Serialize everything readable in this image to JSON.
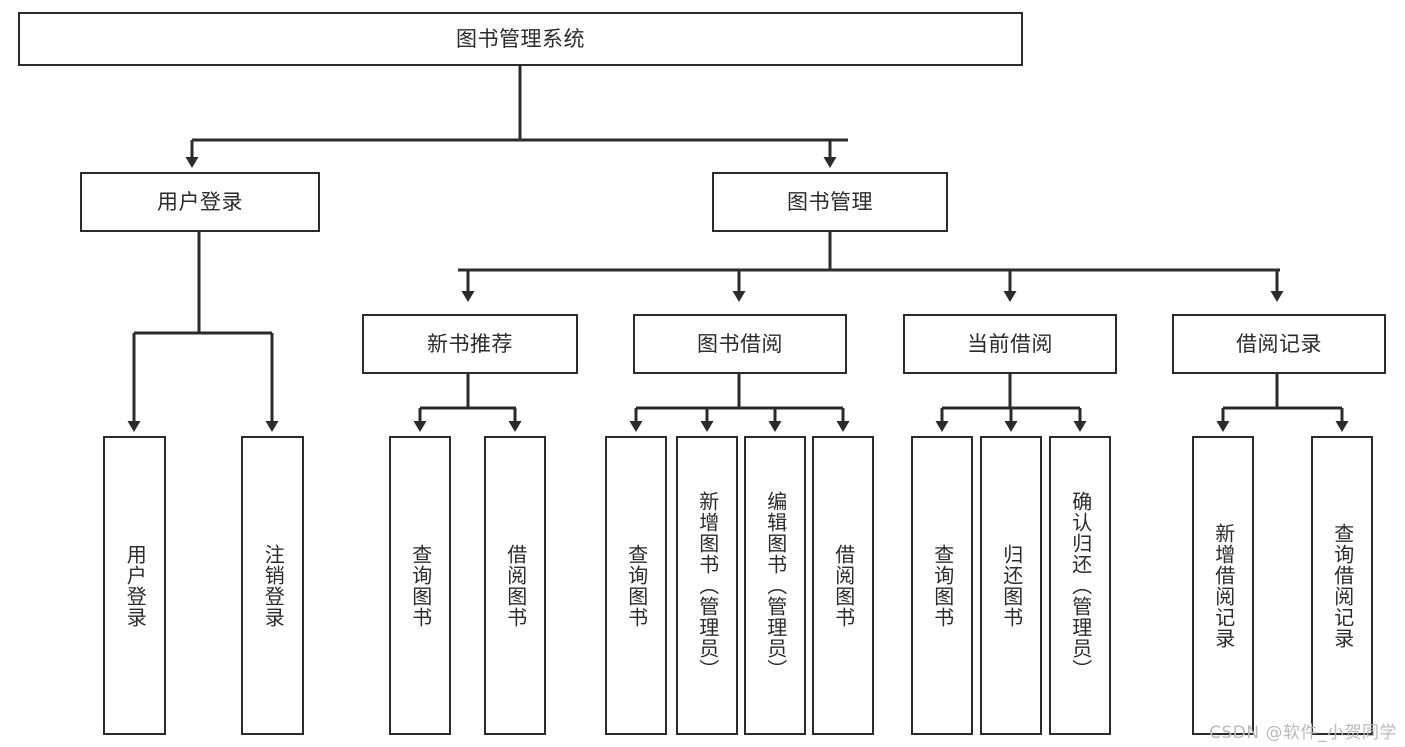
{
  "diagram": {
    "title": "图书管理系统",
    "watermark": "CSDN @软件_小贺同学",
    "stroke_color": "#2b2b2b",
    "text_color": "#2b2b2b",
    "background_color": "#ffffff",
    "watermark_color": "#b9b9b9",
    "nodes": {
      "root": {
        "label": "图书管理系统"
      },
      "level2": [
        {
          "label": "用户登录"
        },
        {
          "label": "图书管理"
        }
      ],
      "level3": [
        {
          "label": "新书推荐"
        },
        {
          "label": "图书借阅"
        },
        {
          "label": "当前借阅"
        },
        {
          "label": "借阅记录"
        }
      ],
      "leaves": {
        "user_login": [
          {
            "label": "用户登录"
          },
          {
            "label": "注销登录"
          }
        ],
        "new_book": [
          {
            "label": "查询图书"
          },
          {
            "label": "借阅图书"
          }
        ],
        "book_borrow": [
          {
            "label": "查询图书"
          },
          {
            "label": "新增图书（管理员）"
          },
          {
            "label": "编辑图书（管理员）"
          },
          {
            "label": "借阅图书"
          }
        ],
        "current_borrow": [
          {
            "label": "查询图书"
          },
          {
            "label": "归还图书"
          },
          {
            "label": "确认归还（管理员）"
          }
        ],
        "borrow_record": [
          {
            "label": "新增借阅记录"
          },
          {
            "label": "查询借阅记录"
          }
        ]
      }
    }
  }
}
